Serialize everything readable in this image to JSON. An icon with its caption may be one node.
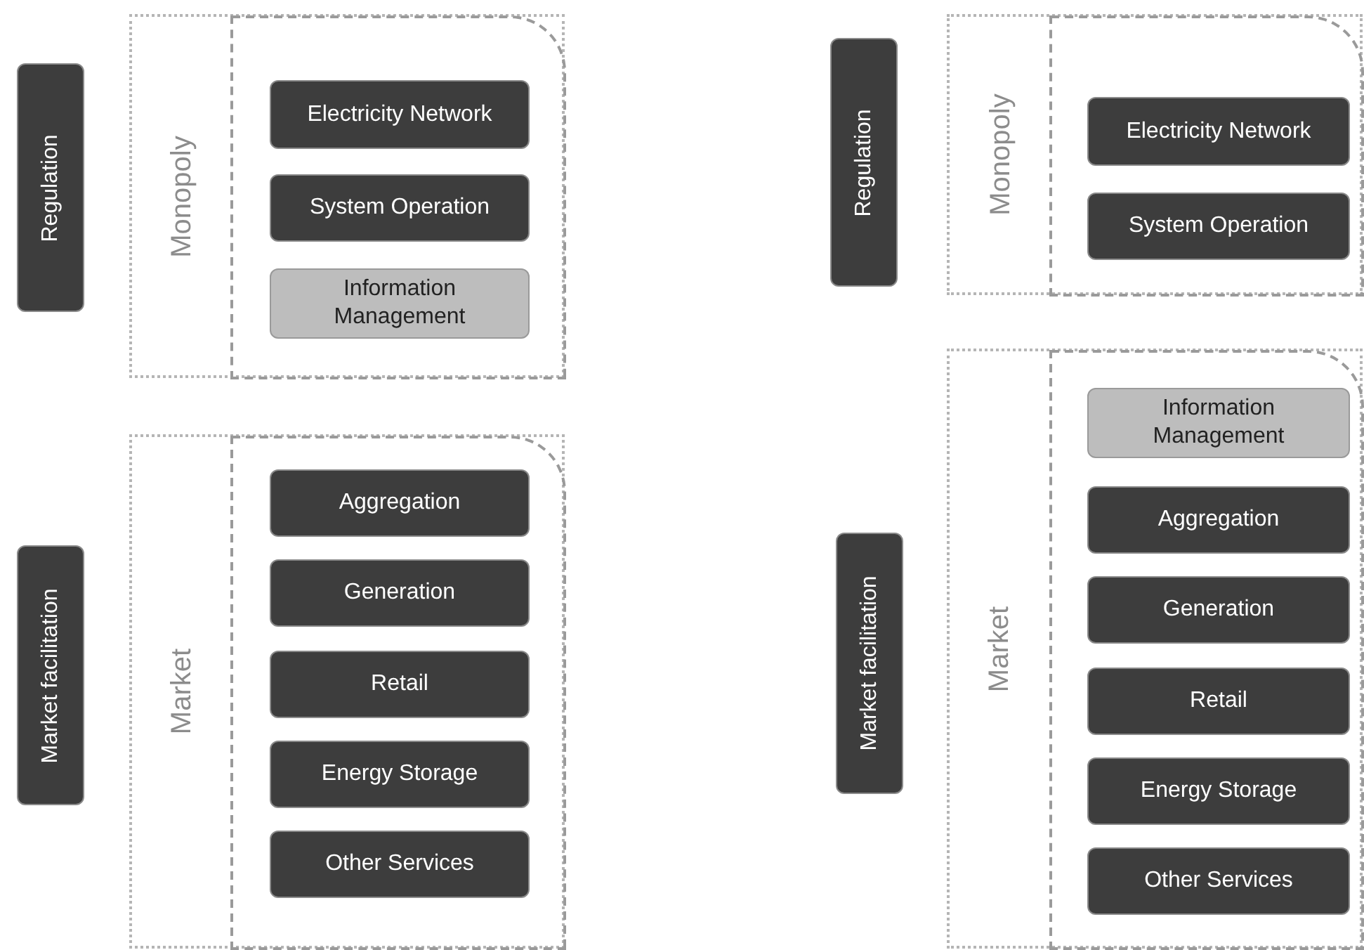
{
  "diagram": {
    "nodes": [
      {
        "text": [
          "Regulation"
        ]
      },
      {
        "text": [
          "Monopoly"
        ]
      },
      {
        "text": [],
        "shape": "box",
        "in": 1
      },
      {
        "text": [
          "Electricity Network"
        ],
        "in": 2
      },
      {
        "text": [
          "System Operation"
        ],
        "in": 2
      },
      {
        "text": [
          "Information Management"
        ],
        "in": 2
      },
      {
        "text": [
          "Market facilitation"
        ]
      },
      {
        "text": [
          "Market"
        ]
      },
      {
        "text": [],
        "shape": "box",
        "in": 7
      },
      {
        "text": [
          "Aggregation"
        ],
        "in": 8
      },
      {
        "text": [
          "Generation"
        ],
        "in": 8
      },
      {
        "text": [
          "Retail"
        ],
        "in": 8
      },
      {
        "text": [
          "Energy Storage"
        ],
        "in": 8
      },
      {
        "text": [
          "Other Services"
        ],
        "in": 8
      },
      {
        "text": [
          "Regulation"
        ]
      },
      {
        "text": [
          "Monopoly"
        ]
      },
      {
        "text": [],
        "shape": "box",
        "in": 15
      },
      {
        "text": [
          "Electricity Network"
        ],
        "in": 16
      },
      {
        "text": [
          "System Operation"
        ],
        "in": 16
      },
      {
        "text": [
          "Market facilitation"
        ]
      },
      {
        "text": [
          "Market"
        ]
      },
      {
        "text": [],
        "shape": "box",
        "in": 20
      },
      {
        "text": [
          "Information Management"
        ],
        "in": 21
      },
      {
        "text": [
          "Aggregation"
        ],
        "in": 21
      },
      {
        "text": [
          "Generation"
        ],
        "in": 21
      },
      {
        "text": [
          "Retail"
        ],
        "in": 21
      },
      {
        "text": [
          "Energy Storage"
        ],
        "in": 21
      },
      {
        "text": [
          "Other Services"
        ],
        "in": 21
      }
    ]
  }
}
